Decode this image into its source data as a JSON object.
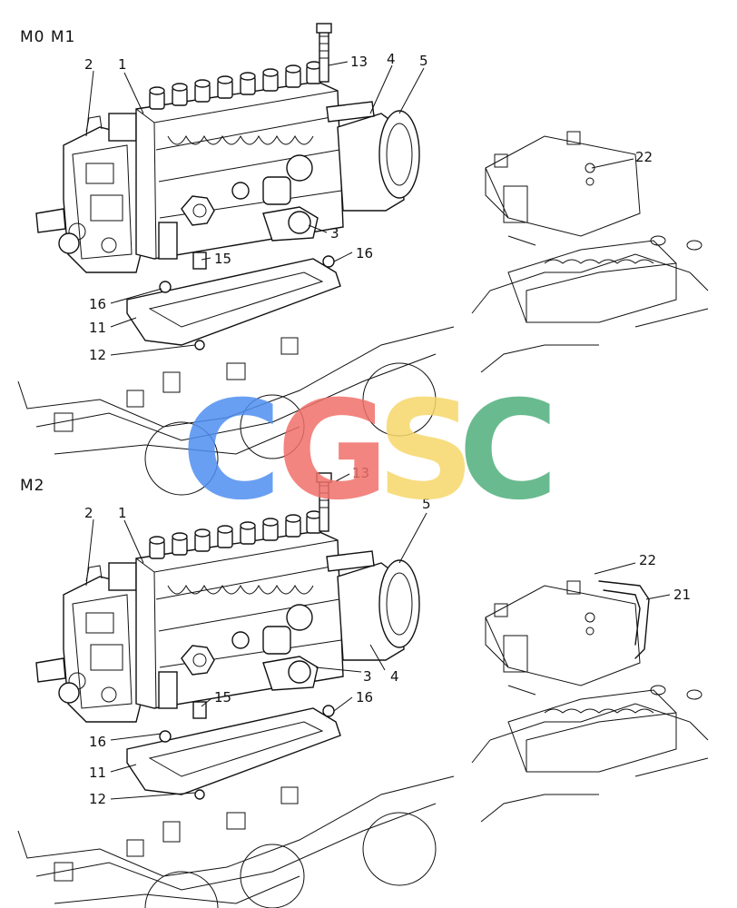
{
  "sections": [
    {
      "id": "top",
      "title": "M0 M1"
    },
    {
      "id": "bottom",
      "title": "M2"
    }
  ],
  "callouts": {
    "top": [
      "1",
      "2",
      "13",
      "4",
      "5",
      "3",
      "15",
      "16",
      "16",
      "11",
      "12",
      "22"
    ],
    "bottom": [
      "1",
      "2",
      "13",
      "5",
      "3",
      "4",
      "15",
      "16",
      "16",
      "11",
      "12",
      "22",
      "21"
    ]
  },
  "watermark": {
    "letters": [
      "C",
      "G",
      "S",
      "C"
    ],
    "colors": [
      "#4f8ff0",
      "#f0706a",
      "#f6d86a",
      "#4fb07c"
    ]
  }
}
